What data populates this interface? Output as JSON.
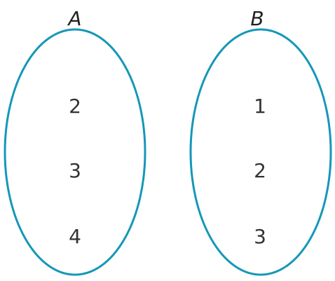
{
  "colors": {
    "outline": "#1597b8",
    "text": "#333333"
  },
  "sets": [
    {
      "label": "A",
      "elements": [
        "2",
        "3",
        "4"
      ]
    },
    {
      "label": "B",
      "elements": [
        "1",
        "2",
        "3"
      ]
    }
  ]
}
